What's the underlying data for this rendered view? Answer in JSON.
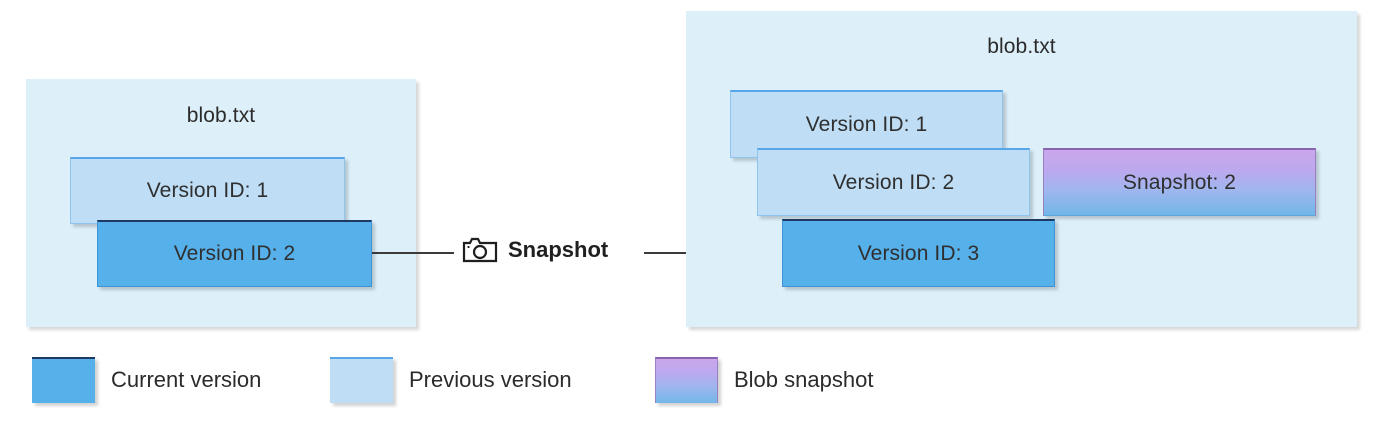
{
  "diagram": {
    "title_left": "blob.txt",
    "title_right": "blob.txt",
    "transition_label": "Snapshot",
    "camera_icon": "camera-icon",
    "left_panel": {
      "label": "blob.txt",
      "boxes": [
        {
          "label": "Version ID: 1",
          "kind": "previous"
        },
        {
          "label": "Version ID: 2",
          "kind": "current"
        }
      ]
    },
    "right_panel": {
      "label": "blob.txt",
      "boxes": [
        {
          "label": "Version ID: 1",
          "kind": "previous"
        },
        {
          "label": "Version ID: 2",
          "kind": "previous"
        },
        {
          "label": "Version ID: 3",
          "kind": "current"
        },
        {
          "label": "Snapshot: 2",
          "kind": "snapshot"
        }
      ]
    }
  },
  "legend": {
    "items": [
      {
        "label": "Current version",
        "color": "#56b0ea"
      },
      {
        "label": "Previous version",
        "color": "#bfdef6"
      },
      {
        "label": "Blob snapshot",
        "color": "#caa7ec"
      }
    ]
  },
  "colors": {
    "panel_background": "#ddf0fa",
    "current_version": "#56b0ea",
    "previous_version": "#bfdef6",
    "snapshot_top": "#caa7ec",
    "snapshot_bottom": "#72b7e8",
    "connector": "#3b3b3b",
    "text": "#2b2b2b"
  }
}
